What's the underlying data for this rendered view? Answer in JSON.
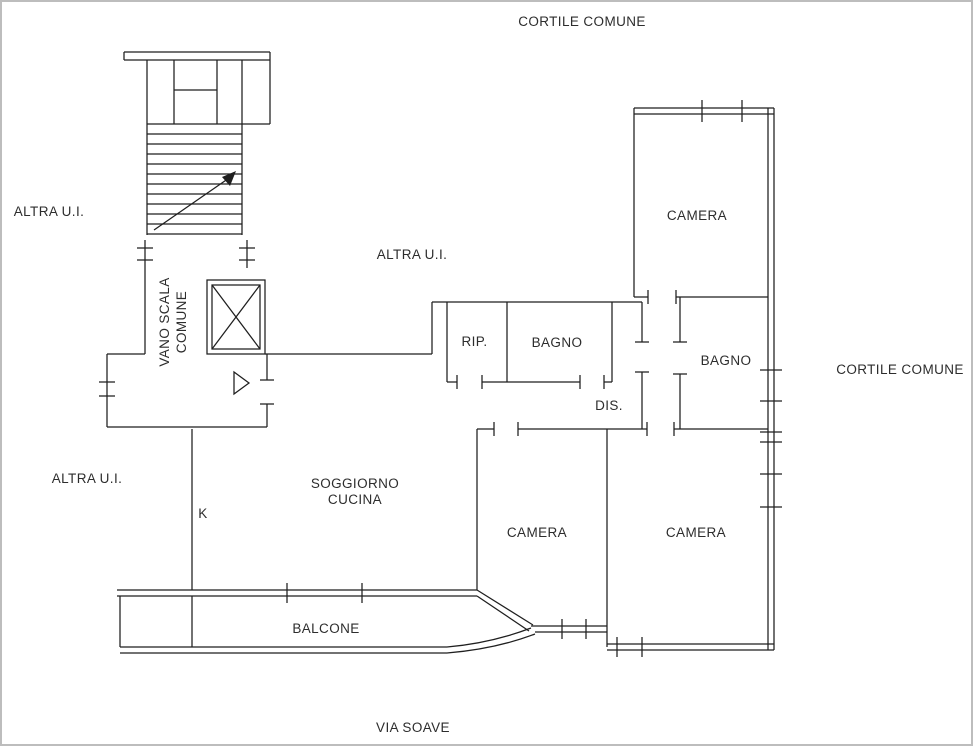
{
  "colors": {
    "wall": "#1f1f1f",
    "text": "#2d2d2d",
    "frame": "#bdbdbd",
    "background": "#ffffff"
  },
  "labels": {
    "cortile_comune_top": "CORTILE COMUNE",
    "cortile_comune_right": "CORTILE COMUNE",
    "altra_ui_left": "ALTRA U.I.",
    "altra_ui_center": "ALTRA U.I.",
    "altra_ui_bottom_left": "ALTRA U.I.",
    "vano_scala_line1": "VANO SCALA",
    "vano_scala_line2": "COMUNE",
    "rip": "RIP.",
    "bagno_center": "BAGNO",
    "bagno_right": "BAGNO",
    "camera_top_right": "CAMERA",
    "camera_center": "CAMERA",
    "camera_bottom_right": "CAMERA",
    "dis": "DIS.",
    "soggiorno_line1": "SOGGIORNO",
    "soggiorno_line2": "CUCINA",
    "kitchen_k": "K",
    "balcone": "BALCONE",
    "via_soave": "VIA SOAVE"
  }
}
